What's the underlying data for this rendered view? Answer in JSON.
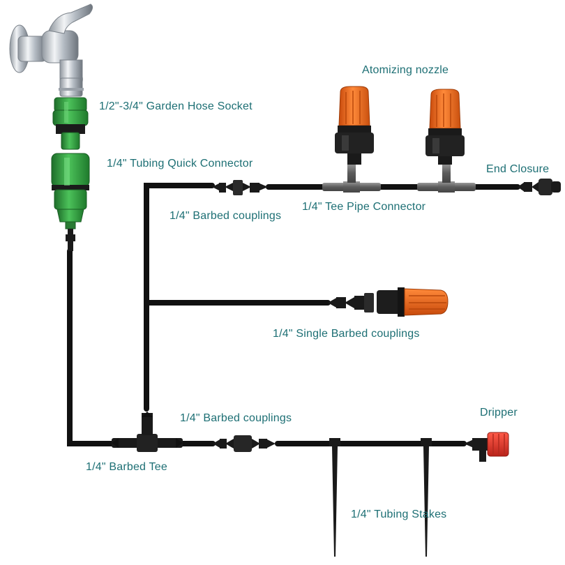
{
  "labels": {
    "hose_socket": "1/2\"-3/4\" Garden Hose Socket",
    "quick_connector": "1/4\" Tubing Quick Connector",
    "barbed_couplings_top": "1/4\" Barbed couplings",
    "atomizing_nozzle": "Atomizing nozzle",
    "tee_pipe_connector": "1/4\" Tee Pipe Connector",
    "end_closure": "End Closure",
    "single_barbed": "1/4\" Single Barbed couplings",
    "barbed_couplings_bottom": "1/4\" Barbed couplings",
    "barbed_tee": "1/4\" Barbed Tee",
    "dripper": "Dripper",
    "tubing_stakes": "1/4\" Tubing Stakes"
  },
  "colors": {
    "label_teal": "#1d6f74",
    "label_orange": "#d2550f",
    "tubing": "#111111",
    "connector_green": "#2e9b3a",
    "nozzle_orange": "#ee6a1c",
    "dripper_red": "#e23a2a",
    "faucet_chrome": "#b8bec5",
    "fitting_gray": "#6b6b6b"
  },
  "icons": {
    "faucet": "faucet-icon",
    "hose_socket": "hose-socket-icon",
    "quick_connector": "quick-connector-icon",
    "barbed_coupling": "barbed-coupling-icon",
    "tee_connector": "tee-connector-icon",
    "atomizing_nozzle": "atomizing-nozzle-icon",
    "end_closure": "end-closure-icon",
    "barbed_tee": "barbed-tee-icon",
    "dripper": "dripper-icon",
    "stake": "stake-icon"
  }
}
